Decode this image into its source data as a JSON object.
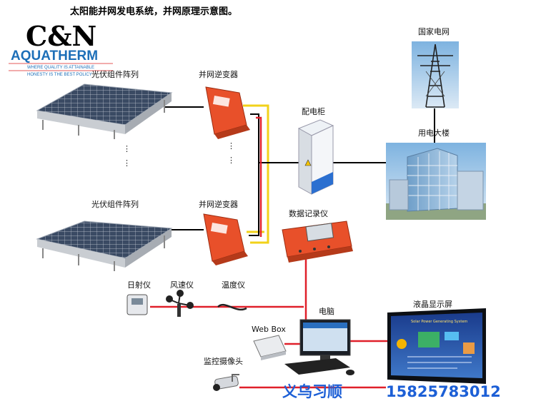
{
  "title": "太阳能并网发电系统，并网原理示意图。",
  "logo": {
    "brand": "C&N",
    "company": "AQUATHERM",
    "tagline1": "WHERE QUALITY IS ATTAINABLE",
    "tagline2": "HONESTY IS THE BEST POLICY"
  },
  "labels": {
    "pv_array_top": "光伏组件阵列",
    "pv_array_bottom": "光伏组件阵列",
    "inverter_top": "并网逆变器",
    "inverter_bottom": "并网逆变器",
    "distribution_cabinet": "配电柜",
    "national_grid": "国家电网",
    "user_building": "用电大楼",
    "data_logger": "数据记录仪",
    "irradiance_meter": "日射仪",
    "anemometer": "风速仪",
    "thermometer": "温度仪",
    "computer": "电脑",
    "web_box": "Web Box",
    "camera": "监控摄像头",
    "lcd_display": "液晶显示屏",
    "lcd_screen_title": "Solar Power Generating System"
  },
  "contact": {
    "name": "义乌习顺",
    "phone": "15825783012"
  },
  "colors": {
    "dc_wire": "#f2d21a",
    "ac_wire": "#000000",
    "signal_wire": "#e0202a",
    "inverter": "#e8502a",
    "brand_blue": "#1d6fb8",
    "contact_blue": "#1c5fd6"
  }
}
